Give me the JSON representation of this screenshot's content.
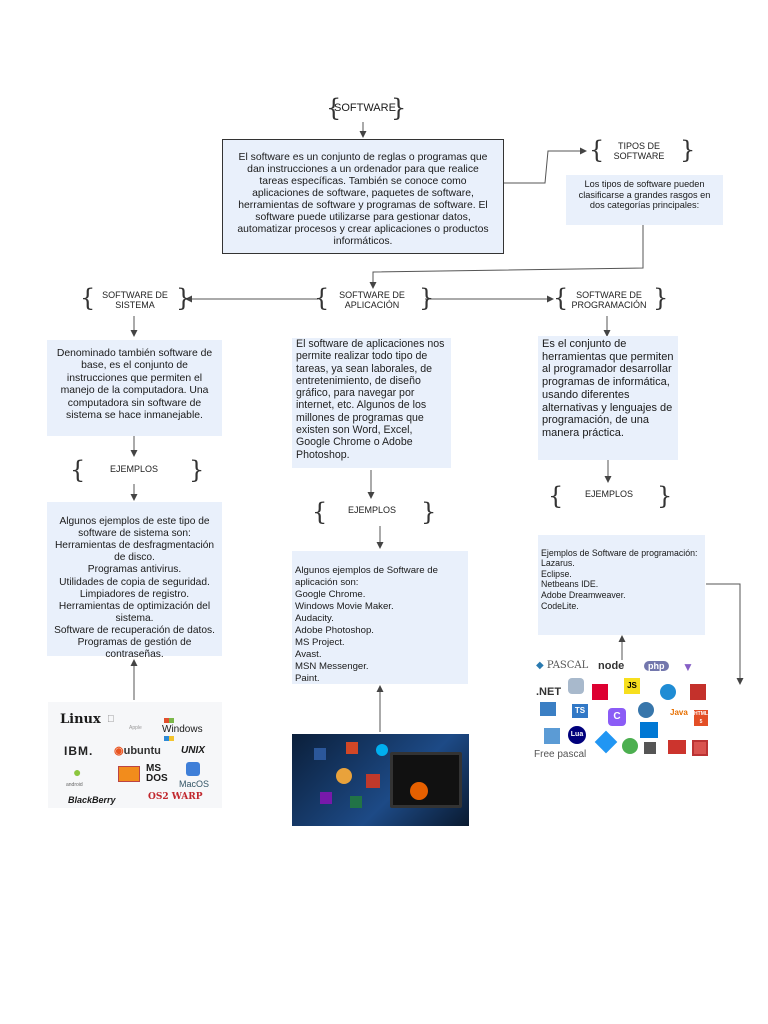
{
  "title": "SOFTWARE",
  "definition": "El software es un conjunto de reglas o programas que dan instrucciones a un ordenador para que realice tareas específicas. También se conoce como aplicaciones de software, paquetes de software, herramientas de software y programas de software. El software puede utilizarse para gestionar datos, automatizar procesos y crear aplicaciones o productos informáticos.",
  "tipos": {
    "label": "TIPOS DE\nSOFTWARE",
    "text": "Los tipos de software pueden clasificarse a grandes rasgos en dos categorías principales:"
  },
  "sistema": {
    "label": "SOFTWARE DE\nSISTEMA",
    "description": "Denominado también software de base, es el conjunto de instrucciones que permiten el manejo de la computadora. Una computadora sin software de sistema se hace inmanejable.",
    "examples_label": "EJEMPLOS",
    "examples": "Algunos ejemplos de este tipo de software de sistema son:\nHerramientas de desfragmentación de disco.\nProgramas antivirus.\nUtilidades de copia de seguridad.\nLimpiadores de registro.\nHerramientas de optimización del sistema.\nSoftware de recuperación de datos.\nProgramas de gestión de contraseñas.",
    "logos": [
      "Linux",
      "Apple",
      "Windows",
      "IBM.",
      "ubuntu",
      "UNIX",
      "android",
      "MS DOS",
      "MacOS",
      "BlackBerry",
      "OS2 WARP"
    ]
  },
  "aplicacion": {
    "label": "SOFTWARE DE\nAPLICACIÓN",
    "description": "El software de aplicaciones nos permite realizar todo tipo de tareas, ya sean laborales, de entretenimiento, de diseño gráfico, para navegar por internet, etc. Algunos de los millones de programas que existen son Word, Excel, Google Chrome o Adobe Photoshop.",
    "examples_label": "EJEMPLOS",
    "examples": "Algunos ejemplos de Software de aplicación son:\nGoogle Chrome.\nWindows Movie Maker.\nAudacity.\nAdobe Photoshop.\nMS Project.\nAvast.\nMSN Messenger.\nPaint."
  },
  "programacion": {
    "label": "SOFTWARE DE\nPROGRAMACIÓN",
    "description": "Es el conjunto de herramientas que permiten al programador desarrollar programas de informática, usando diferentes alternativas y lenguajes de programación, de una manera práctica.",
    "examples_label": "EJEMPLOS",
    "examples": "Ejemplos de Software de programación:\nLazarus.\nEclipse.\nNetbeans IDE.\nAdobe Dreamweaver.\nCodeLite.",
    "logos": [
      "PASCAL",
      "node",
      "php",
      ".NET",
      "JS",
      "TS",
      "C",
      "Lua",
      "Java",
      "HTML 5",
      "Free pascal"
    ]
  },
  "colors": {
    "box": "#e9f0fb",
    "line": "#444444",
    "border": "#333333"
  }
}
